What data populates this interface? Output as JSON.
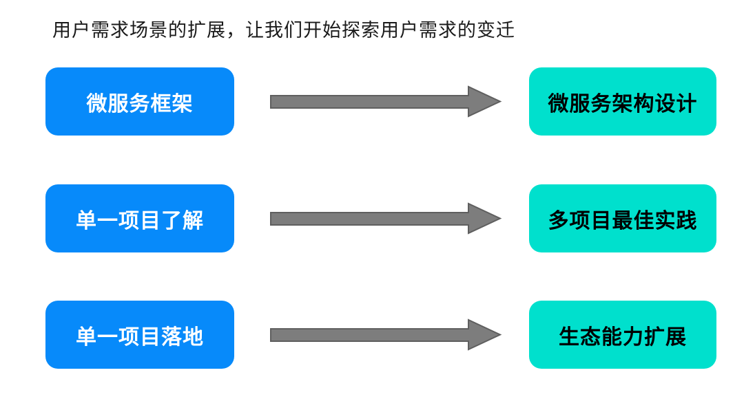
{
  "title": "用户需求场景的扩展，让我们开始探索用户需求的变迁",
  "colors": {
    "background": "#ffffff",
    "title_text": "#1a1a1a",
    "left_box": "#078afa",
    "left_text": "#ffffff",
    "right_box": "#00e0cd",
    "right_text": "#000000",
    "arrow_fill": "#7d7d7d",
    "arrow_stroke": "#5f5f5f"
  },
  "diagram": {
    "rows": [
      {
        "source": "微服务框架",
        "target": "微服务架构设计"
      },
      {
        "source": "单一项目了解",
        "target": "多项目最佳实践"
      },
      {
        "source": "单一项目落地",
        "target": "生态能力扩展"
      }
    ]
  }
}
